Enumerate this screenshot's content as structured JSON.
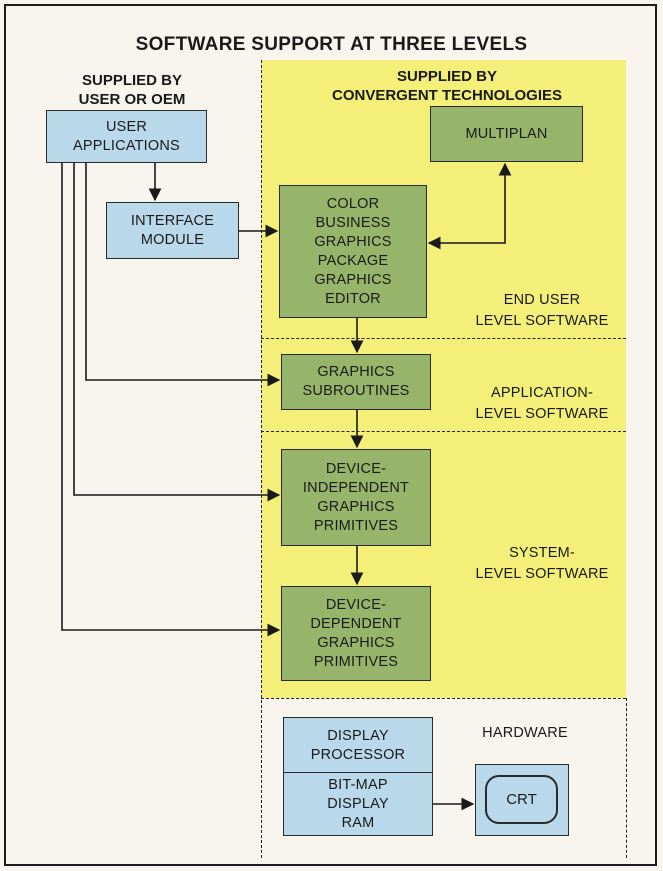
{
  "title": "SOFTWARE SUPPORT AT THREE LEVELS",
  "headings": {
    "user_oem": [
      "SUPPLIED BY",
      "USER OR OEM"
    ],
    "convergent": [
      "SUPPLIED BY",
      "CONVERGENT TECHNOLOGIES"
    ]
  },
  "boxes": {
    "user_applications": [
      "USER",
      "APPLICATIONS"
    ],
    "interface_module": [
      "INTERFACE",
      "MODULE"
    ],
    "multiplan": [
      "MULTIPLAN"
    ],
    "color_business_graphics": [
      "COLOR",
      "BUSINESS",
      "GRAPHICS",
      "PACKAGE",
      "GRAPHICS",
      "EDITOR"
    ],
    "graphics_subroutines": [
      "GRAPHICS",
      "SUBROUTINES"
    ],
    "device_independent": [
      "DEVICE-",
      "INDEPENDENT",
      "GRAPHICS",
      "PRIMITIVES"
    ],
    "device_dependent": [
      "DEVICE-",
      "DEPENDENT",
      "GRAPHICS",
      "PRIMITIVES"
    ],
    "display_processor": [
      "DISPLAY",
      "PROCESSOR"
    ],
    "bitmap_ram": [
      "BIT-MAP",
      "DISPLAY",
      "RAM"
    ],
    "crt": "CRT"
  },
  "levels": {
    "end_user": [
      "END USER",
      "LEVEL SOFTWARE"
    ],
    "application": [
      "APPLICATION-",
      "LEVEL SOFTWARE"
    ],
    "system": [
      "SYSTEM-",
      "LEVEL SOFTWARE"
    ],
    "hardware": [
      "HARDWARE"
    ]
  },
  "colors": {
    "user_box": "#b9d8ea",
    "convergent_box": "#96b56a",
    "convergent_region": "#f3ef78"
  }
}
